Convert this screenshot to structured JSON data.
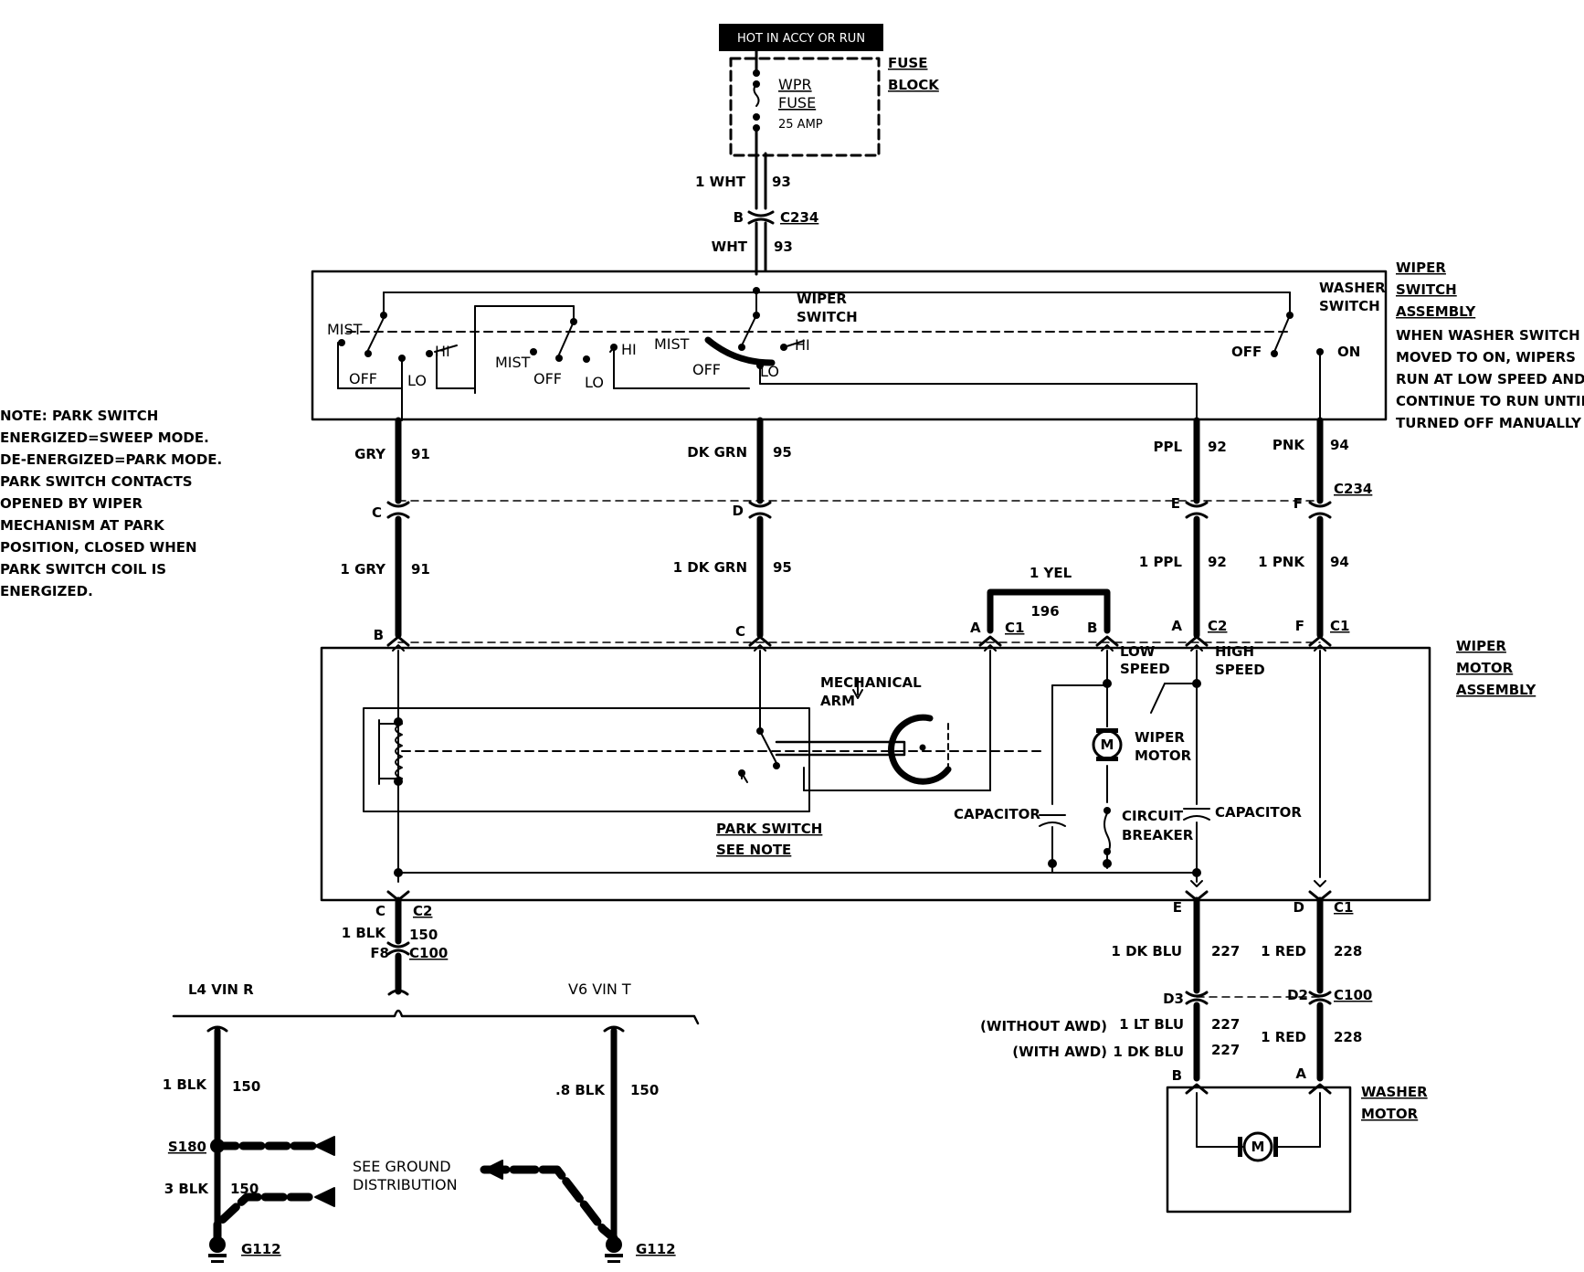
{
  "power": {
    "banner": "HOT IN ACCY OR RUN"
  },
  "fuse_block": {
    "label_1": "FUSE",
    "label_2": "BLOCK",
    "fuse_name_1": "WPR",
    "fuse_name_2": "FUSE",
    "rating": "25 AMP"
  },
  "feed": {
    "top_wire": "1 WHT",
    "top_circuit": "93",
    "conn_pin": "B",
    "conn": "C234",
    "bottom_wire": "WHT",
    "bottom_circuit": "93"
  },
  "wiper_switch": {
    "title": [
      "WIPER",
      "SWITCH",
      "ASSEMBLY"
    ],
    "note": [
      "WHEN WASHER SWITCH IS",
      "MOVED TO ON, WIPERS",
      "RUN AT LOW SPEED AND",
      "CONTINUE TO RUN UNTIL",
      "TURNED OFF MANUALLY"
    ],
    "switch_label_1": "WIPER",
    "switch_label_2": "SWITCH",
    "washer_label_1": "WASHER",
    "washer_label_2": "SWITCH",
    "pos_mist": "MIST",
    "pos_off": "OFF",
    "pos_lo": "LO",
    "pos_hi": "HI",
    "washer_off": "OFF",
    "washer_on": "ON"
  },
  "park_note": [
    "NOTE: PARK SWITCH",
    "ENERGIZED=SWEEP MODE.",
    "DE-ENERGIZED=PARK MODE.",
    "PARK SWITCH CONTACTS",
    "OPENED BY WIPER",
    "MECHANISM AT PARK",
    "POSITION, CLOSED WHEN",
    "PARK SWITCH COIL IS",
    "ENERGIZED."
  ],
  "circuits_upper": [
    {
      "wire": "GRY",
      "circuit": "91",
      "pin": "C"
    },
    {
      "wire": "DK GRN",
      "circuit": "95",
      "pin": "D"
    },
    {
      "wire": "PPL",
      "circuit": "92",
      "pin": "E"
    },
    {
      "wire": "PNK",
      "circuit": "94",
      "pin": "F"
    }
  ],
  "c234_label": "C234",
  "circuits_lower": [
    {
      "wire": "1 GRY",
      "circuit": "91",
      "pin": "B"
    },
    {
      "wire": "1 DK GRN",
      "circuit": "95",
      "pin": "C"
    },
    {
      "wire": "1 PPL",
      "circuit": "92",
      "pin": "A",
      "conn": "C2"
    },
    {
      "wire": "1 PNK",
      "circuit": "94",
      "pin": "F",
      "conn": "C1"
    }
  ],
  "jumper": {
    "wire": "1 YEL",
    "circuit": "196",
    "pin_a": "A",
    "conn": "C1",
    "pin_b": "B"
  },
  "wiper_motor": {
    "title": [
      "WIPER",
      "MOTOR",
      "ASSEMBLY"
    ],
    "low_speed": [
      "LOW",
      "SPEED"
    ],
    "high_speed": [
      "HIGH",
      "SPEED"
    ],
    "mech_arm": [
      "MECHANICAL",
      "ARM"
    ],
    "motor_label": [
      "WIPER",
      "MOTOR"
    ],
    "motor_symbol": "M",
    "capacitor": "CAPACITOR",
    "breaker": [
      "CIRCUIT",
      "BREAKER"
    ],
    "park_switch": "PARK SWITCH",
    "see_note": "SEE NOTE"
  },
  "ground_feed": {
    "pin": "C",
    "conn": "C2",
    "wire": "1 BLK",
    "circuit": "150",
    "pin2": "F8",
    "conn2": "C100"
  },
  "ground_left": {
    "title": "L4 VIN R",
    "wire_1": "1 BLK",
    "circuit_1": "150",
    "splice": "S180",
    "wire_2": "3 BLK",
    "circuit_2": "150",
    "ground": "G112"
  },
  "ground_right": {
    "title": "V6 VIN T",
    "wire": ".8 BLK",
    "circuit": "150",
    "ground": "G112"
  },
  "ground_dist": [
    "SEE GROUND",
    "DISTRIBUTION"
  ],
  "washer_circuit": {
    "pin_e": "E",
    "pin_d": "D",
    "conn_c1": "C1",
    "wire_e": "1 DK BLU",
    "circuit_e": "227",
    "wire_d": "1 RED",
    "circuit_d": "228",
    "pin_d3": "D3",
    "pin_d2": "D2",
    "conn_c100": "C100",
    "without_awd": "(WITHOUT AWD)",
    "wire_without": "1 LT BLU",
    "circuit_without": "227",
    "with_awd": "(WITH AWD)",
    "wire_with": "1 DK BLU",
    "circuit_with": "227",
    "wire_red": "1 RED",
    "circuit_red": "228",
    "pin_b": "B",
    "pin_a": "A"
  },
  "washer_motor": {
    "title": [
      "WASHER",
      "MOTOR"
    ],
    "symbol": "M"
  }
}
